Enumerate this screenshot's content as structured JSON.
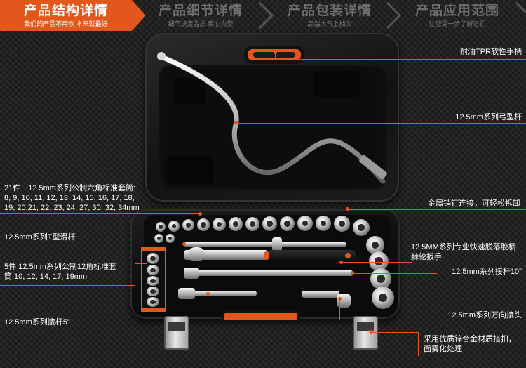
{
  "tabs": [
    {
      "title": "产品结构详情",
      "subtitle": "我们的产品不用吹 本来就最好",
      "active": true
    },
    {
      "title": "产品细节详情",
      "subtitle": "细节决定品质 用心为您",
      "active": false
    },
    {
      "title": "产品包装详情",
      "subtitle": "高端大气上档次",
      "active": false
    },
    {
      "title": "产品应用范围",
      "subtitle": "让您更一步了解它们",
      "active": false
    }
  ],
  "callouts": {
    "tpr_handle": "耐油TPR软性手柄",
    "speed_brace": "12.5mm系列弓型杆",
    "socket_set_21": "21件　12.5mm系列公制六角标准套筒:\n8, 9, 10, 11, 12, 13, 14, 15, 16, 17, 18,\n19, 20,21, 22, 23, 24, 27, 30, 32, 34mm",
    "metal_pin": "金属销钉连接，可轻松拆卸",
    "t_bar": "12.5mm系列T型滑杆",
    "ratchet": "12.5MM系列专业快速脱落胶柄棘轮扳手",
    "set_5_12pt": "5件  12.5mm系列公制12角标准套筒:10, 12, 14, 17, 19mm",
    "extension_10": "12.5mm系列接杆10\"",
    "extension_5": "12.5mm系列接杆5\"",
    "universal_joint": "12.5mm系列万向接头",
    "alloy_latch": "采用优质锌合金材质搭扣，面雾化处理"
  },
  "colors": {
    "accent": "#e2571c",
    "background": "#1c1c1c",
    "tab_inactive": "#6f6f6f"
  },
  "icons": {
    "tab_separator": "chevron-right-icon"
  }
}
